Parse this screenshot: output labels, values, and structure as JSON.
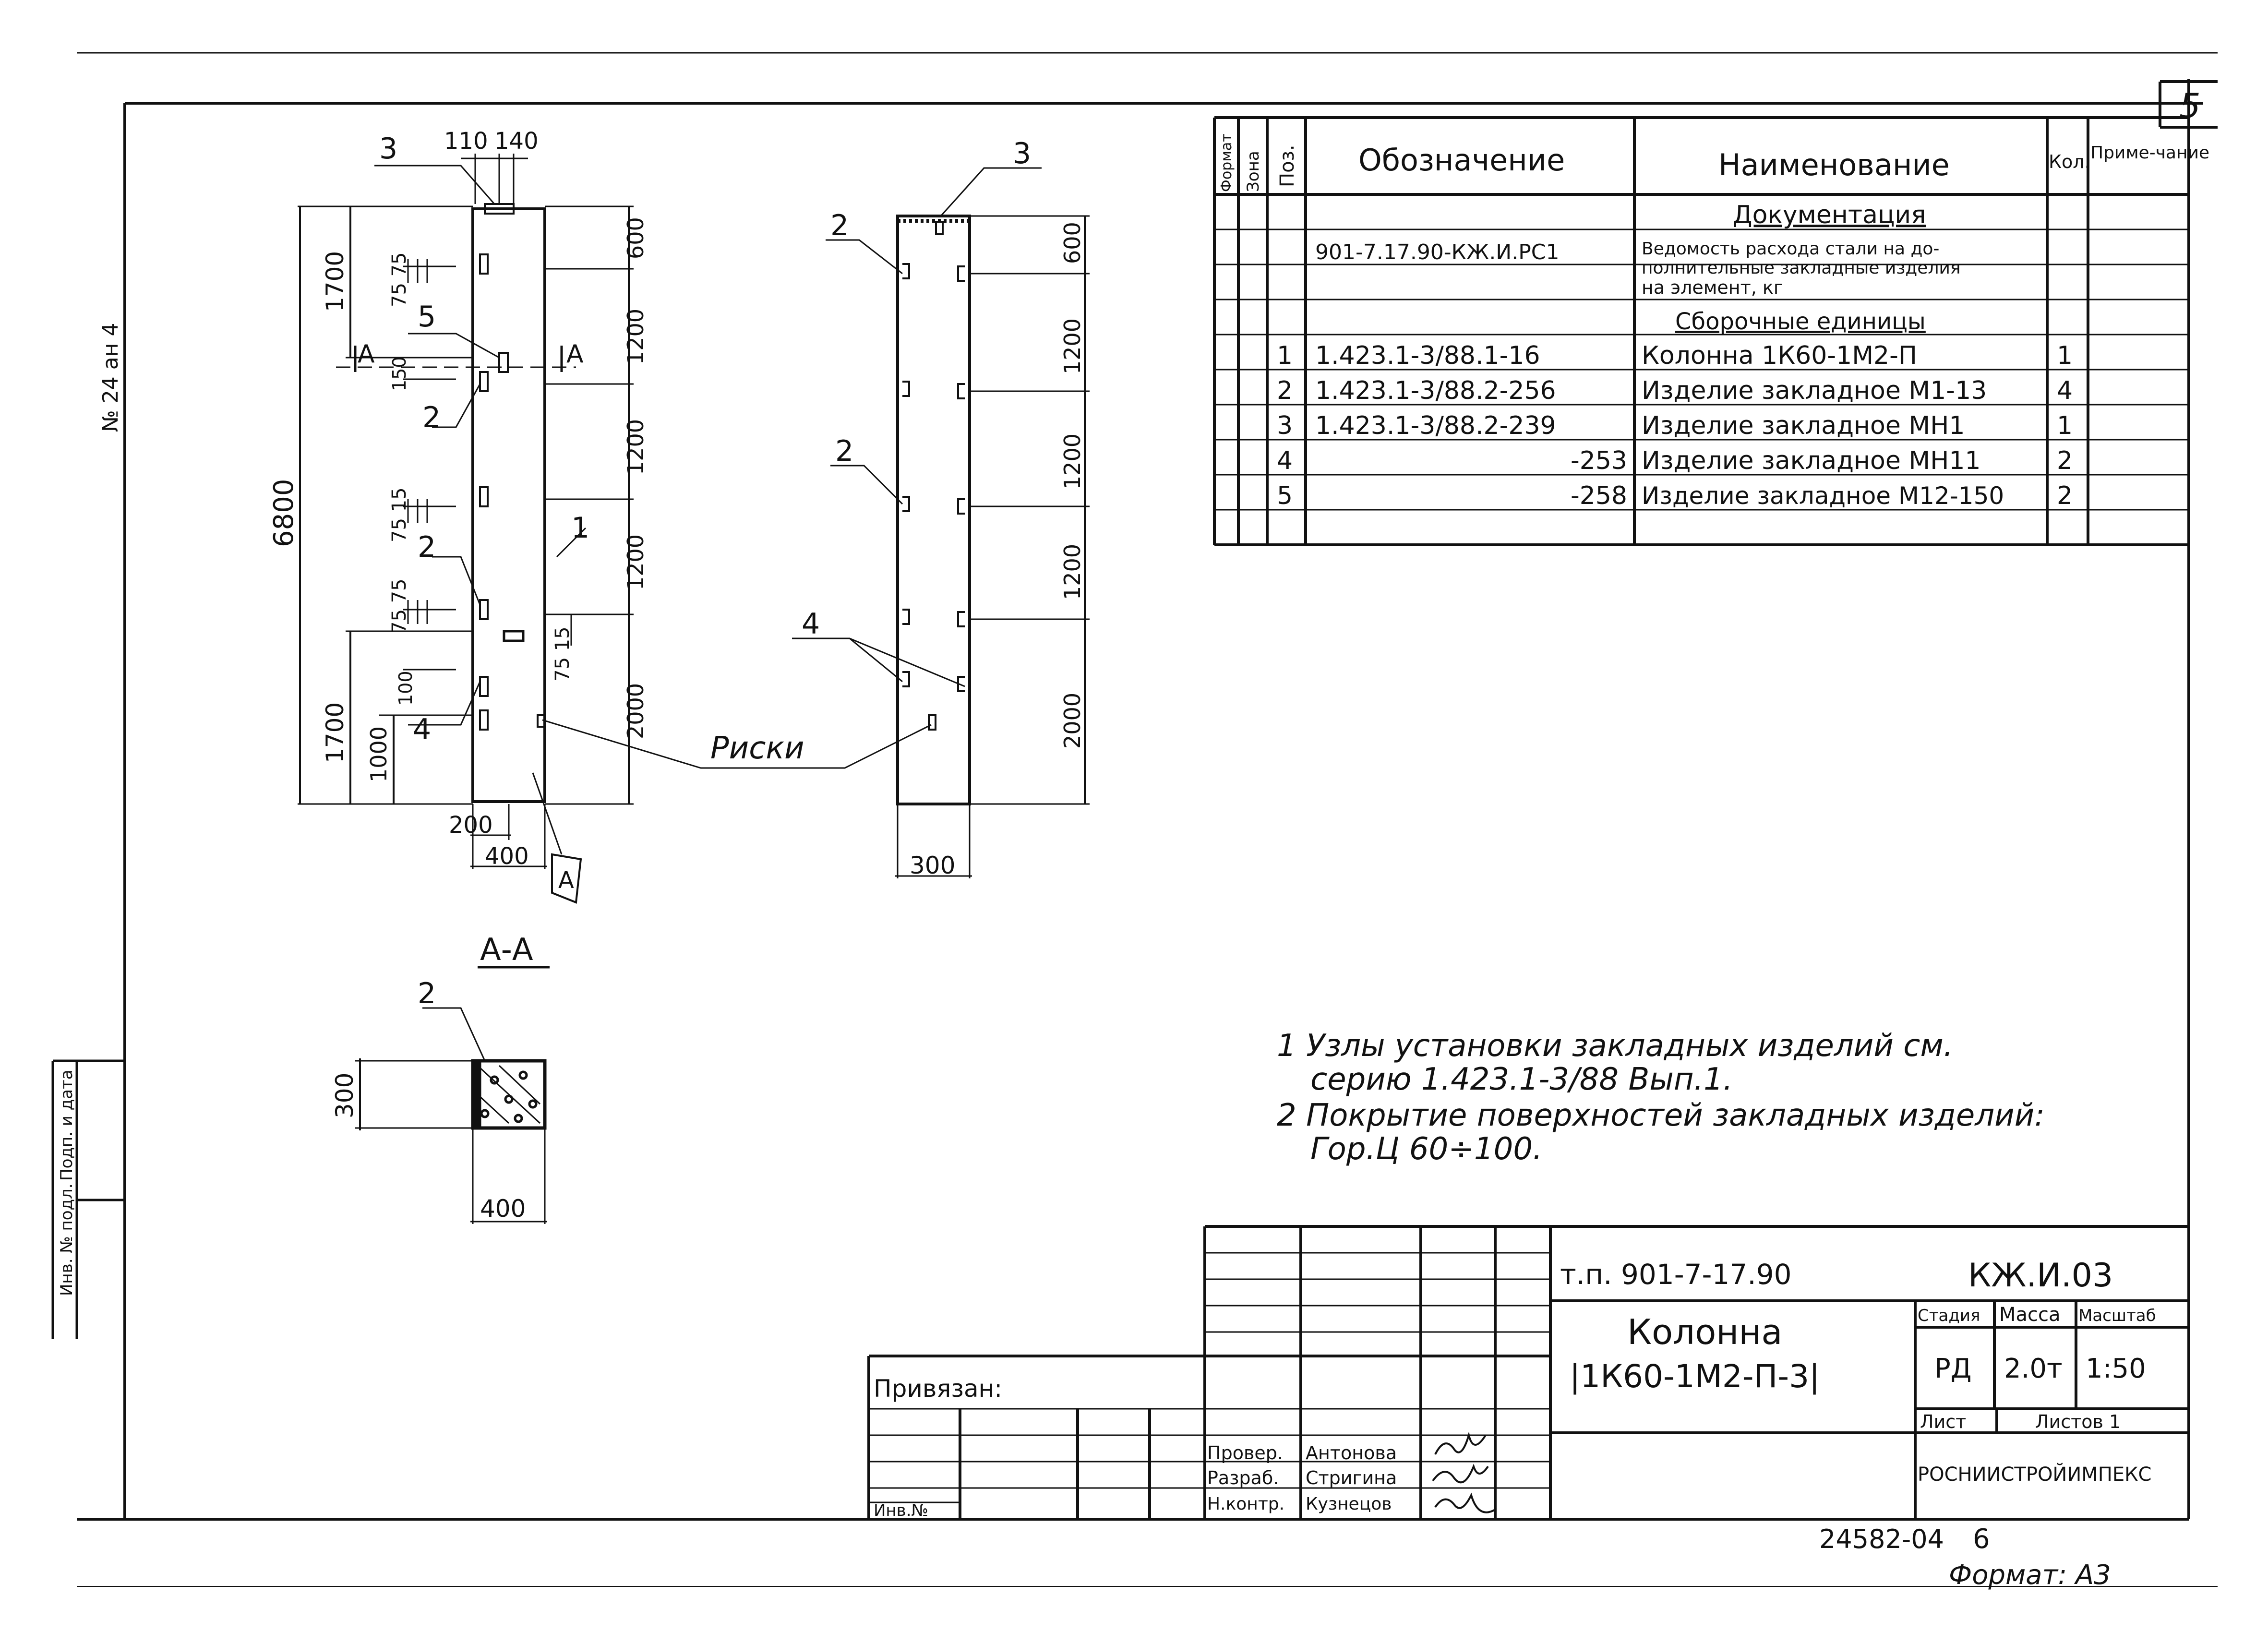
{
  "sheet_number": "5",
  "spec_table": {
    "headers": {
      "format": "Формат",
      "zone": "Зона",
      "pos": "Поз.",
      "designation": "Обозначение",
      "name": "Наименование",
      "qty": "Кол.",
      "note": "Приме-чание"
    },
    "rows": [
      {
        "pos": "",
        "designation": "",
        "name": "Документация",
        "qty": "",
        "heading": true
      },
      {
        "pos": "",
        "designation": "901-7.17.90-КЖ.И.РС1",
        "name": "Ведомость расхода стали на до-",
        "qty": ""
      },
      {
        "pos": "",
        "designation": "",
        "name": "полнительные закладные изделия",
        "qty": ""
      },
      {
        "pos": "",
        "designation": "",
        "name": "на элемент, кг",
        "qty": ""
      },
      {
        "pos": "",
        "designation": "",
        "name": "Сборочные единицы",
        "qty": "",
        "heading": true
      },
      {
        "pos": "1",
        "designation": "1.423.1-3/88.1-16",
        "name": "Колонна 1К60-1М2-П",
        "qty": "1"
      },
      {
        "pos": "2",
        "designation": "1.423.1-3/88.2-256",
        "name": "Изделие закладное М1-13",
        "qty": "4"
      },
      {
        "pos": "3",
        "designation": "1.423.1-3/88.2-239",
        "name": "Изделие закладное МН1",
        "qty": "1"
      },
      {
        "pos": "4",
        "designation": "-253",
        "name": "Изделие закладное МН11",
        "qty": "2"
      },
      {
        "pos": "5",
        "designation": "-258",
        "name": "Изделие закладное М12-150",
        "qty": "2"
      }
    ]
  },
  "drawing": {
    "front_view": {
      "top_widths": [
        "110",
        "140"
      ],
      "left_total": "6800",
      "left_upper": "1700",
      "left_lower": "1700",
      "left_1000": "1000",
      "left_100": "100",
      "left_150": "150",
      "pairs_75": [
        "75 75",
        "75 15",
        "75 75"
      ],
      "right_dims": [
        "600",
        "1200",
        "1200",
        "1200",
        "2000"
      ],
      "small_75_15": "75 15",
      "bottom_200": "200",
      "bottom_400": "400",
      "section_mark": "А",
      "leader_labels": [
        "3",
        "5",
        "2",
        "2",
        "1",
        "4"
      ]
    },
    "side_view": {
      "right_dims": [
        "600",
        "1200",
        "1200",
        "1200",
        "2000"
      ],
      "bottom_300": "300",
      "leader_labels": [
        "3",
        "2",
        "2",
        "4"
      ]
    },
    "riski_label": "Риски",
    "section_aa": {
      "title": "А-А",
      "label_2": "2",
      "dim_300": "300",
      "dim_400": "400"
    },
    "side_stamp": "Инв. № подл.",
    "side_stamp2": "Подп. и дата",
    "side_top_note": "№ 24 ан 4"
  },
  "notes": [
    "1 Узлы установки закладных изделий см.",
    "серию 1.423.1-3/88 Вып.1.",
    "2 Покрытие поверхностей закладных изделий:",
    "Гор.Ц 60÷100."
  ],
  "title_block": {
    "project": "т.п. 901-7-17.90",
    "code": "КЖ.И.03",
    "title_line1": "Колонна",
    "title_line2": "|1К60-1М2-П-3|",
    "stage_header": "Стадия",
    "mass_header": "Масса",
    "scale_header": "Масштаб",
    "stage": "РД",
    "mass": "2.0т",
    "scale": "1:50",
    "sheet_label": "Лист",
    "sheets_label": "Листов 1",
    "organization": "РОСНИИСТРОЙИМПЕКС",
    "privyazan": "Привязан:",
    "inv": "Инв.№",
    "roles": [
      {
        "role": "Провер.",
        "name": "Антонова"
      },
      {
        "role": "Разраб.",
        "name": "Стригина"
      },
      {
        "role": "Н.контр.",
        "name": "Кузнецов"
      }
    ]
  },
  "footer": {
    "archive_number": "24582-04",
    "page": "6",
    "format": "Формат: А3"
  }
}
